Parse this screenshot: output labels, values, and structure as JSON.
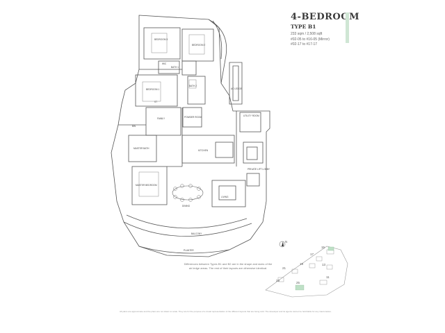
{
  "header": {
    "title": "4-BEDROOM",
    "subtitle": "TYPE B1",
    "area": "233 sqm / 2,508 sqft",
    "units": [
      "#02-05 to #16-05 (Mirror)",
      "#02-17 to #17-17"
    ],
    "accent_color": "#cfe6d4"
  },
  "rooms": {
    "bedroom_3": "BEDROOM 3",
    "bedroom_2": "BEDROOM 2",
    "bedroom_1": "BEDROOM 1",
    "bath_2": "BATH 2",
    "bath_1": "BATH 1",
    "wic": "WIC",
    "ac_ledge": "AC LEDGE",
    "powder_room": "POWDER ROOM",
    "family": "FAMILY",
    "utility_room": "UTILITY ROOM",
    "master_bath": "MASTER BATH",
    "kitchen": "KITCHEN",
    "master_bedroom": "MASTER BEDROOM",
    "dining": "DINING",
    "living": "LIVING",
    "private_lift_lobby": "PRIVATE LIFT LOBBY",
    "balcony": "BALCONY",
    "planter": "PLANTER",
    "bay": "BW",
    "store": "ST"
  },
  "keyplan": {
    "compass_label": "N",
    "blocks": [
      "15",
      "17",
      "19",
      "13",
      "21",
      "11",
      "23",
      "25"
    ],
    "highlight_color": "#bfe0c7"
  },
  "note": "Differences between Types B1 and B2 are in the shape and sizes of the air ledge areas. The rest of their layouts are otherwise identical.",
  "disclaimer": "All plans are approximate and the plans are not drawn to scale. They are for the purpose of a visual representation of the different layouts that are being sold. The developer and its agents cannot be held liable for any inaccuracies."
}
